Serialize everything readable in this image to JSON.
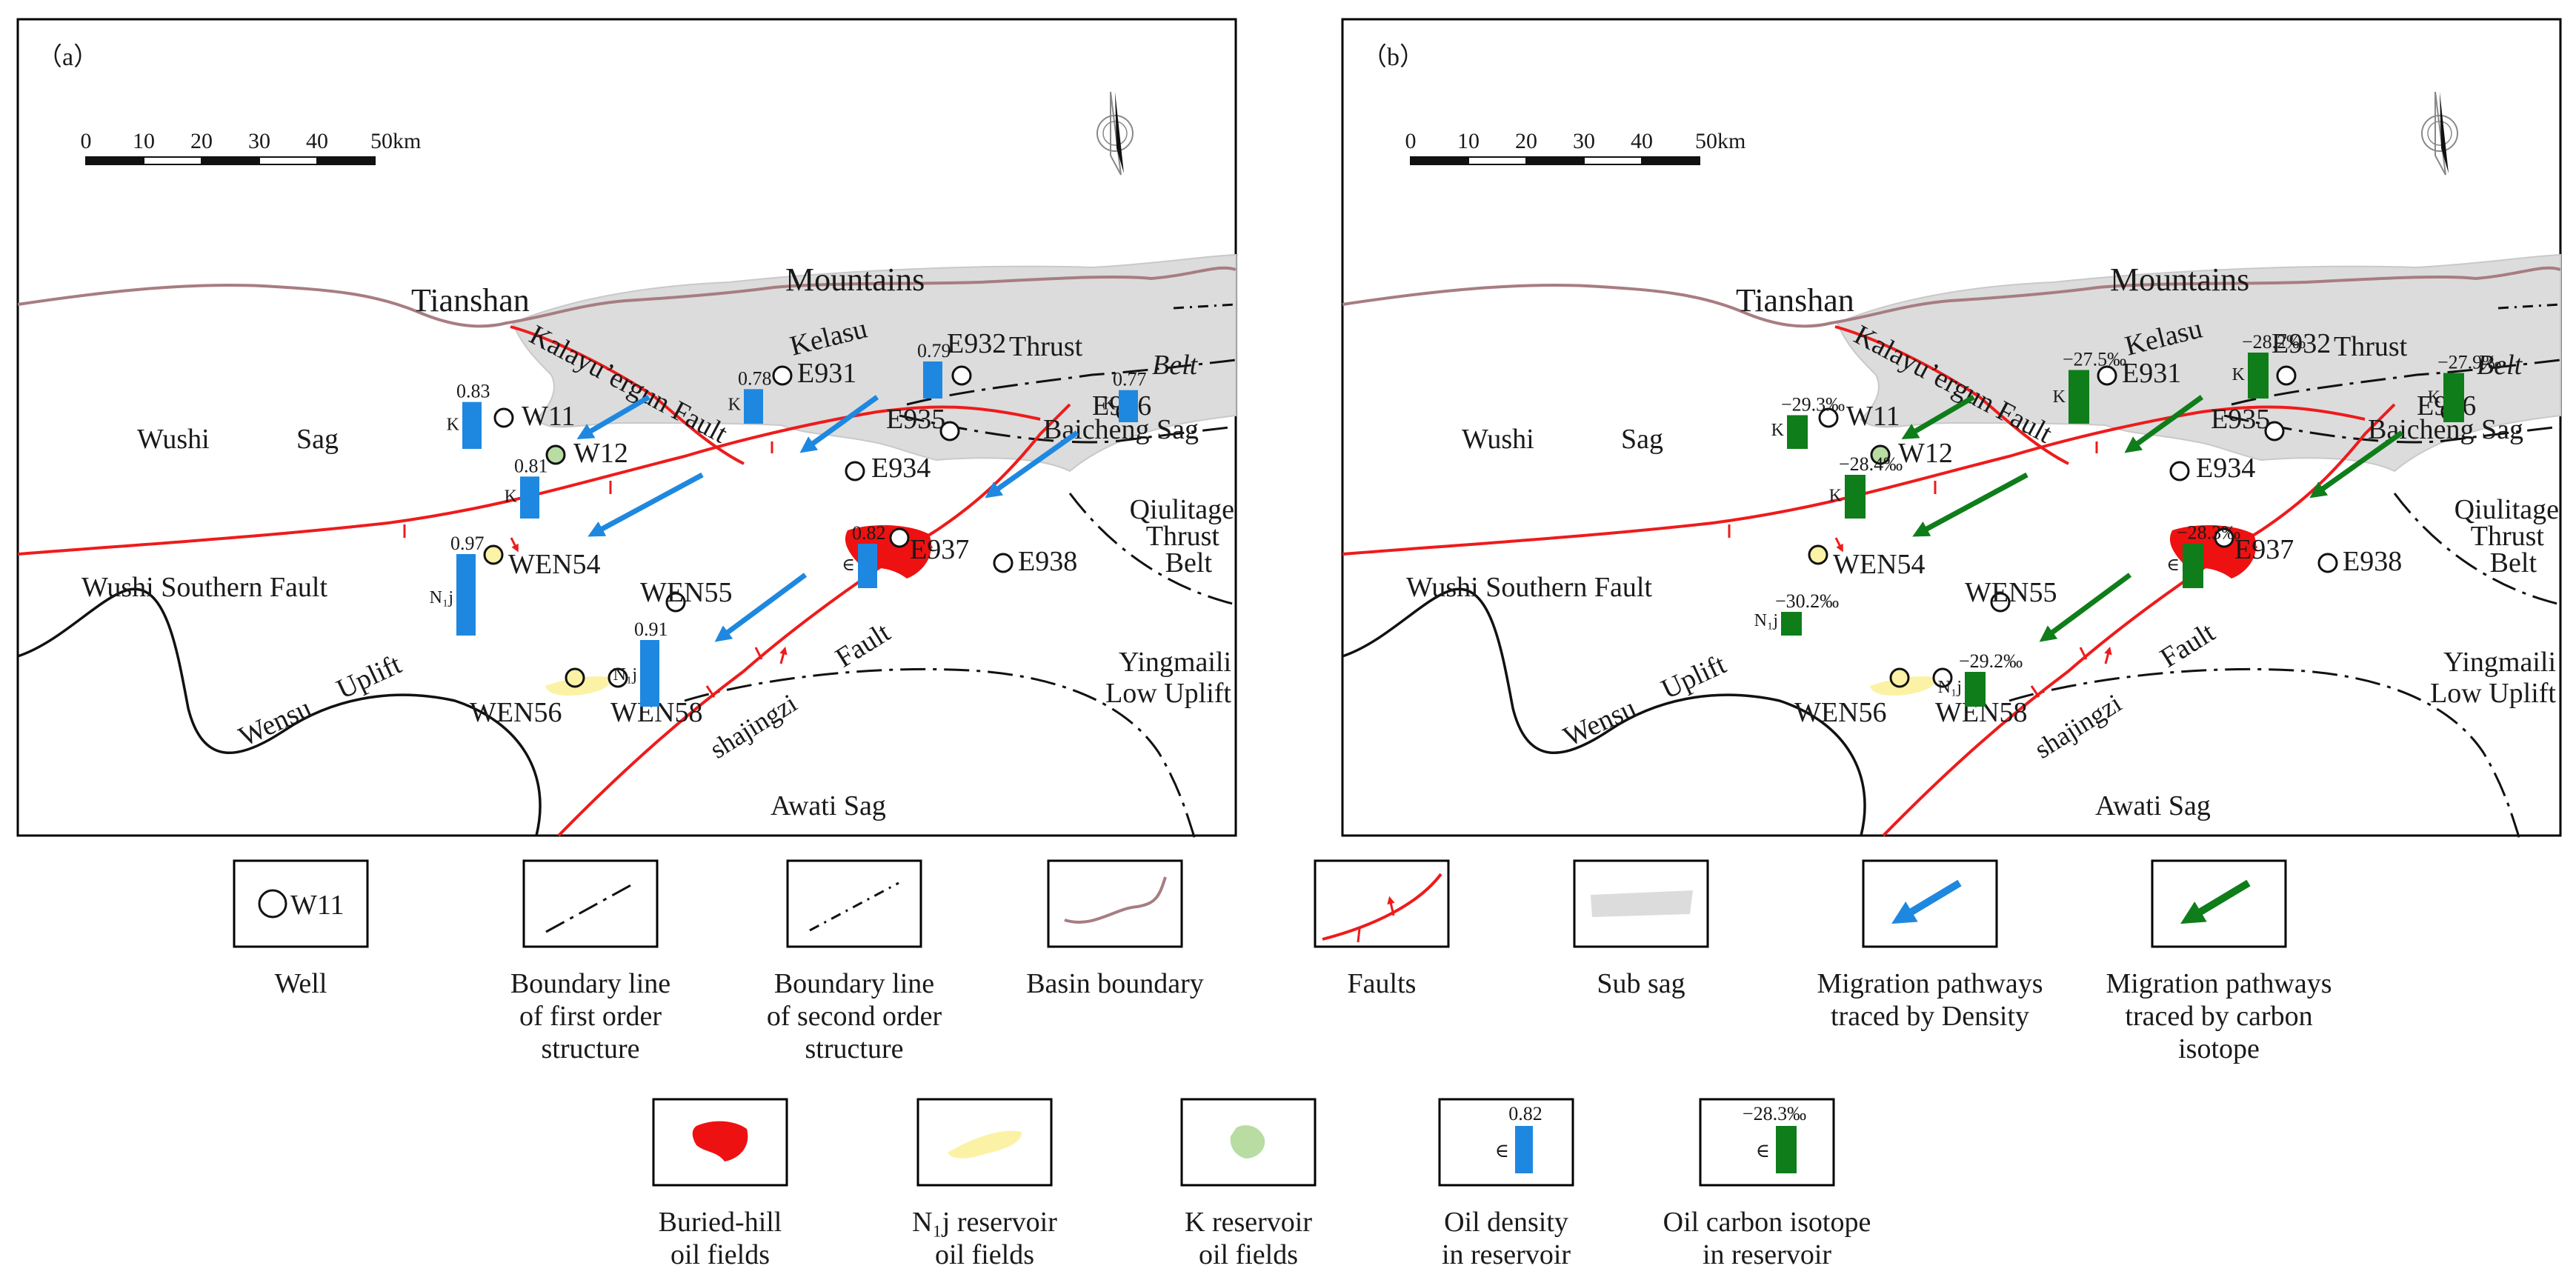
{
  "panels": {
    "a": {
      "label": "（a）",
      "value_type": "density",
      "bars": [
        {
          "well": "W11",
          "value_label": "0.83",
          "strata": "K",
          "value": 0.83
        },
        {
          "well": "W12",
          "value_label": "0.81",
          "strata": "K",
          "value": 0.81
        },
        {
          "well": "E931",
          "value_label": "0.78",
          "strata": "K",
          "value": 0.78
        },
        {
          "well": "E932",
          "value_label": "0.79",
          "strata": "",
          "value": 0.79
        },
        {
          "well": "E936",
          "value_label": "0.77",
          "strata": "K",
          "value": 0.77
        },
        {
          "well": "E937",
          "value_label": "0.82",
          "strata": "∈",
          "value": 0.82
        },
        {
          "well": "WEN54",
          "value_label": "0.97",
          "strata": "N₁j",
          "value": 0.97
        },
        {
          "well": "WEN58",
          "value_label": "0.91",
          "strata": "N₁j",
          "value": 0.91
        }
      ]
    },
    "b": {
      "label": "（b）",
      "value_type": "carbon isotope",
      "bars": [
        {
          "well": "W11",
          "value_label": "−29.3‰",
          "strata": "K",
          "value": -29.3
        },
        {
          "well": "W12",
          "value_label": "−28.4‰",
          "strata": "K",
          "value": -28.4
        },
        {
          "well": "E931",
          "value_label": "−27.5‰",
          "strata": "K",
          "value": -27.5
        },
        {
          "well": "E932",
          "value_label": "−28.2‰",
          "strata": "K",
          "value": -28.2
        },
        {
          "well": "E936",
          "value_label": "−27.9‰",
          "strata": "K",
          "value": -27.9
        },
        {
          "well": "E937",
          "value_label": "−28.3‰",
          "strata": "∈",
          "value": -28.3
        },
        {
          "well": "WEN54",
          "value_label": "−30.2‰",
          "strata": "N₁j",
          "value": -30.2
        },
        {
          "well": "WEN58",
          "value_label": "−29.2‰",
          "strata": "N₁j",
          "value": -29.2
        }
      ]
    }
  },
  "scale_bar": {
    "ticks": [
      "0",
      "10",
      "20",
      "30",
      "40",
      "50km"
    ]
  },
  "wells": {
    "W11": "W11",
    "W12": "W12",
    "E931": "E931",
    "E932": "E932",
    "E934": "E934",
    "E935": "E935",
    "E936": "E936",
    "E937": "E937",
    "E938": "E938",
    "WEN54": "WEN54",
    "WEN55": "WEN55",
    "WEN56": "WEN56",
    "WEN58": "WEN58"
  },
  "place_labels": {
    "tianshan": "Tianshan",
    "mountains": "Mountains",
    "wushi": "Wushi",
    "sag": "Sag",
    "kalayuergun_fault": "Kalayu’ergun Fault",
    "kelasu": "Kelasu",
    "thrust": "Thrust",
    "belt": "Belt",
    "baicheng_sag": "Baicheng Sag",
    "qiulitage_1": "Qiulitage",
    "qiulitage_2": "Thrust",
    "qiulitage_3": "Belt",
    "wushi_southern_fault": "Wushi Southern Fault",
    "wensu": "Wensu",
    "uplift": "Uplift",
    "yingmaili_1": "Yingmaili",
    "yingmaili_2": "Low Uplift",
    "fault": "Fault",
    "shajingzi": "shajingzi",
    "awati_sag": "Awati Sag"
  },
  "legend": {
    "row1": [
      {
        "key": "well",
        "lines": [
          "Well"
        ],
        "sample": "W11"
      },
      {
        "key": "first_order",
        "lines": [
          "Boundary line",
          "of first order",
          "structure"
        ]
      },
      {
        "key": "second_order",
        "lines": [
          "Boundary line",
          "of second order",
          "structure"
        ]
      },
      {
        "key": "basin",
        "lines": [
          "Basin boundary"
        ]
      },
      {
        "key": "faults",
        "lines": [
          "Faults"
        ]
      },
      {
        "key": "subsag",
        "lines": [
          "Sub sag"
        ]
      },
      {
        "key": "density_path",
        "lines": [
          "Migration pathways",
          "traced by Density"
        ]
      },
      {
        "key": "isotope_path",
        "lines": [
          "Migration pathways",
          "traced by carbon",
          "isotope"
        ]
      }
    ],
    "row2": [
      {
        "key": "buried_hill",
        "lines": [
          "Buried-hill",
          "oil fields"
        ]
      },
      {
        "key": "n1j",
        "lines": [
          "N₁j reservoir",
          "oil fields"
        ]
      },
      {
        "key": "k_res",
        "lines": [
          "K reservoir",
          "oil fields"
        ]
      },
      {
        "key": "density",
        "lines": [
          "Oil density",
          "in reservoir"
        ],
        "sample_value": "0.82",
        "sample_strata": "∈"
      },
      {
        "key": "isotope",
        "lines": [
          "Oil carbon isotope",
          "in reservoir"
        ],
        "sample_value": "−28.3‰",
        "sample_strata": "∈"
      }
    ]
  },
  "colors": {
    "density": "#1e88e0",
    "isotope": "#0f7d1a",
    "fault": "#ee1b1b",
    "basin": "#a77d82",
    "subsag": "#dcdcdc",
    "buried_hill": "#ee1111",
    "n1j": "#fbf2a6",
    "k_reservoir": "#b8dca2"
  }
}
